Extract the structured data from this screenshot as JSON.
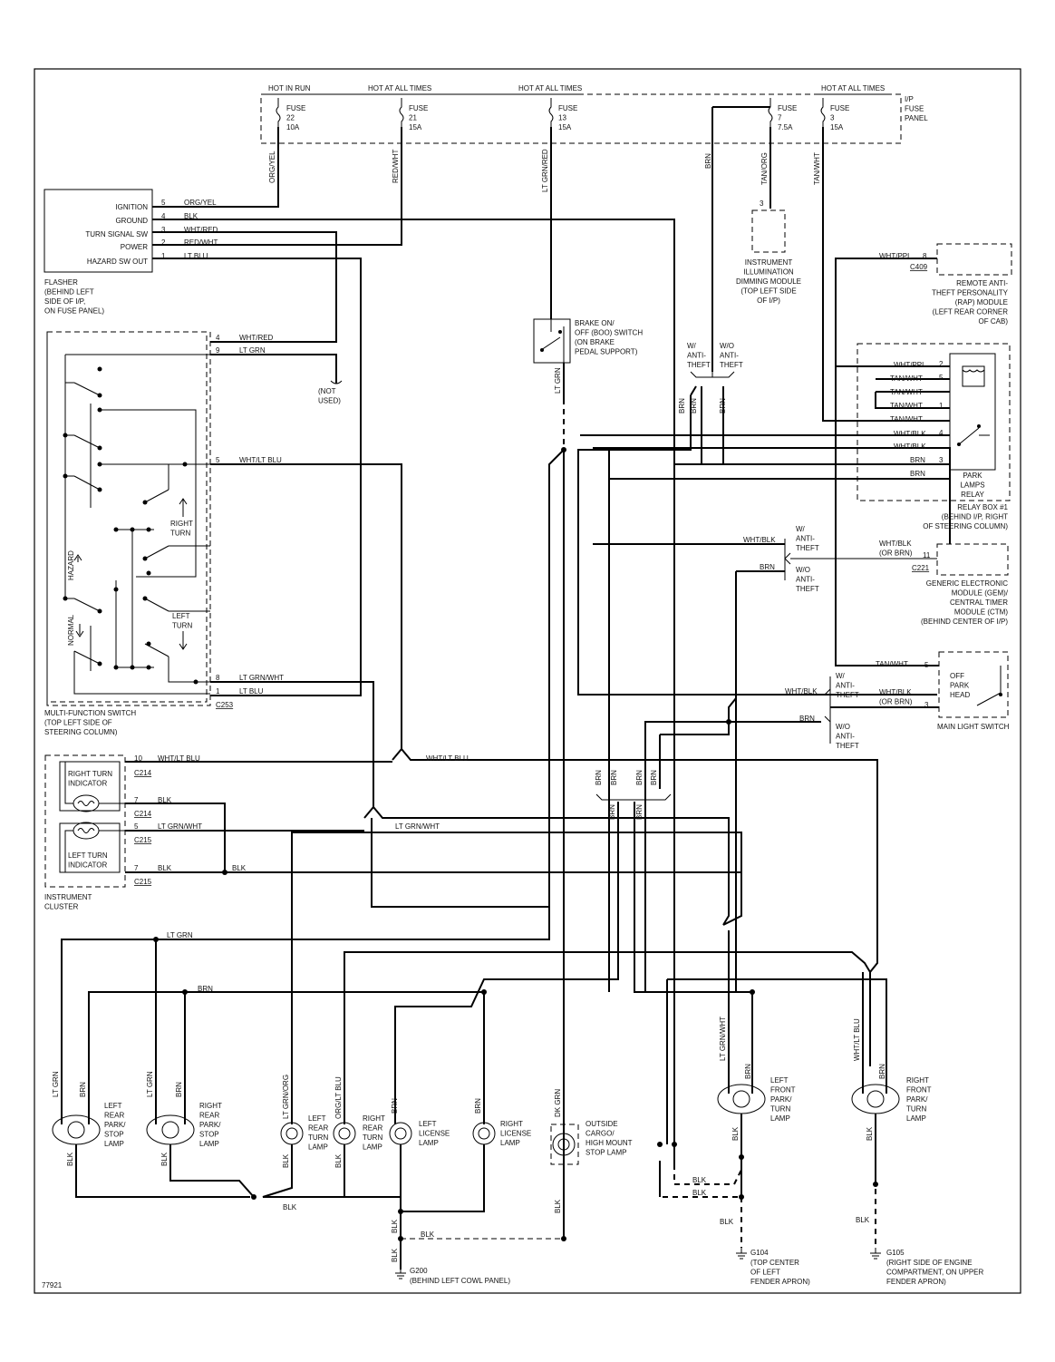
{
  "diagram_id": "77921",
  "fuse_panel": {
    "label": "I/P\nFUSE\nPANEL",
    "sources": [
      "HOT IN RUN",
      "HOT AT ALL TIMES",
      "HOT AT ALL TIMES",
      "HOT AT ALL TIMES"
    ],
    "fuses": [
      {
        "label": "FUSE\n22\n10A",
        "wire": "ORG/YEL"
      },
      {
        "label": "FUSE\n21\n15A",
        "wire": "RED/WHT"
      },
      {
        "label": "FUSE\n13\n15A",
        "wire": "LT GRN/RED"
      },
      {
        "label": "FUSE\n7\n7.5A",
        "wire": "TAN/ORG"
      },
      {
        "label": "FUSE\n3\n15A",
        "wire": "TAN/WHT"
      }
    ],
    "brn_wire": "BRN"
  },
  "flasher": {
    "caption": "FLASHER\n(BEHIND LEFT\nSIDE OF I/P,\nON FUSE PANEL)",
    "pins": [
      {
        "name": "IGNITION",
        "num": "5",
        "wire": "ORG/YEL"
      },
      {
        "name": "GROUND",
        "num": "4",
        "wire": "BLK"
      },
      {
        "name": "TURN SIGNAL SW",
        "num": "3",
        "wire": "WHT/RED"
      },
      {
        "name": "POWER",
        "num": "2",
        "wire": "RED/WHT"
      },
      {
        "name": "HAZARD SW OUT",
        "num": "1",
        "wire": "LT BLU"
      }
    ]
  },
  "multifunction_switch": {
    "caption": "MULTI-FUNCTION SWITCH\n(TOP LEFT SIDE OF\nSTEERING COLUMN)",
    "connector": "C253",
    "pins": [
      {
        "num": "4",
        "wire": "WHT/RED"
      },
      {
        "num": "9",
        "wire": "LT GRN"
      },
      {
        "num": "5",
        "wire": "WHT/LT BLU"
      },
      {
        "num": "8",
        "wire": "LT GRN/WHT"
      },
      {
        "num": "1",
        "wire": "LT BLU"
      }
    ],
    "labels": [
      "RIGHT\nTURN",
      "LEFT\nTURN",
      "HAZARD",
      "NORMAL"
    ],
    "not_used": "(NOT\nUSED)"
  },
  "boo_switch": {
    "label": "BRAKE ON/\nOFF (BOO) SWITCH\n(ON BRAKE\nPEDAL SUPPORT)",
    "wire": "LT GRN"
  },
  "dimming_module": {
    "pin": "3",
    "label": "INSTRUMENT\nILLUMINATION\nDIMMING MODULE\n(TOP LEFT SIDE\nOF I/P)"
  },
  "rap_module": {
    "wire": "WHT/PPL",
    "pin": "8",
    "connector": "C409",
    "label": "REMOTE ANTI-\nTHEFT PERSONALITY\n(RAP) MODULE\n(LEFT REAR CORNER\nOF CAB)"
  },
  "anti_theft_top": {
    "with": "W/\nANTI-\nTHEFT",
    "without": "W/O\nANTI-\nTHEFT"
  },
  "relay_box": {
    "label": "RELAY BOX #1\n(BEHIND I/P, RIGHT\nOF STEERING COLUMN)",
    "relay": "PARK\nLAMPS\nRELAY",
    "pins": [
      {
        "wire": "WHT/PPL",
        "num": "2"
      },
      {
        "wire": "TAN/WHT",
        "num": "5"
      },
      {
        "wire": "TAN/WHT",
        "num": ""
      },
      {
        "wire": "TAN/WHT",
        "num": "1"
      },
      {
        "wire": "TAN/WHT",
        "num": ""
      },
      {
        "wire": "WHT/BLK",
        "num": "4"
      },
      {
        "wire": "WHT/BLK",
        "num": ""
      },
      {
        "wire": "BRN",
        "num": "3"
      },
      {
        "wire": "BRN",
        "num": ""
      }
    ]
  },
  "gem": {
    "wire_in_1": "WHT/BLK",
    "wire_in_2": "BRN",
    "with": "W/\nANTI-\nTHEFT",
    "without": "W/O\nANTI-\nTHEFT",
    "wire_out": "WHT/BLK\n(OR BRN)",
    "pin": "11",
    "connector": "C221",
    "label": "GENERIC ELECTRONIC\nMODULE (GEM)/\nCENTRAL TIMER\nMODULE (CTM)\n(BEHIND CENTER OF I/P)"
  },
  "main_light_switch": {
    "label": "MAIN LIGHT SWITCH",
    "positions": "OFF\nPARK\nHEAD",
    "pin_top": "5",
    "pin_bottom": "3",
    "wire_top": "TAN/WHT",
    "wire_bottom": "WHT/BLK\n(OR BRN)",
    "wire_in_1": "WHT/BLK",
    "wire_in_2": "BRN",
    "with": "W/\nANTI-\nTHEFT",
    "without": "W/O\nANTI-\nTHEFT"
  },
  "cluster": {
    "caption": "INSTRUMENT\nCLUSTER",
    "right_indicator": "RIGHT TURN\nINDICATOR",
    "left_indicator": "LEFT TURN\nINDICATOR",
    "pins": [
      {
        "num": "10",
        "connector": "C214",
        "wire": "WHT/LT BLU"
      },
      {
        "num": "7",
        "connector": "C214",
        "wire": "BLK"
      },
      {
        "num": "5",
        "connector": "C215",
        "wire": "LT GRN/WHT"
      },
      {
        "num": "7",
        "connector": "C215",
        "wire": "BLK"
      }
    ]
  },
  "wires": {
    "wht_lt_blu": "WHT/LT BLU",
    "lt_grn_wht": "LT GRN/WHT",
    "blk": "BLK",
    "lt_grn": "LT GRN",
    "brn": "BRN"
  },
  "lamps": [
    {
      "label": "LEFT\nREAR\nPARK/\nSTOP\nLAMP",
      "wires": [
        "LT GRN",
        "BRN",
        "BLK"
      ]
    },
    {
      "label": "RIGHT\nREAR\nPARK/\nSTOP\nLAMP",
      "wires": [
        "LT GRN",
        "BRN",
        "BLK"
      ]
    },
    {
      "label": "LEFT\nREAR\nTURN\nLAMP",
      "wires": [
        "LT GRN/ORG",
        "BLK"
      ]
    },
    {
      "label": "RIGHT\nREAR\nTURN\nLAMP",
      "wires": [
        "ORG/LT BLU",
        "BLK"
      ]
    },
    {
      "label": "LEFT\nLICENSE\nLAMP",
      "wires": [
        "BRN"
      ]
    },
    {
      "label": "RIGHT\nLICENSE\nLAMP",
      "wires": [
        "BRN"
      ]
    },
    {
      "label": "OUTSIDE\nCARGO/\nHIGH MOUNT\nSTOP LAMP",
      "wires": [
        "DK GRN",
        "BLK"
      ]
    },
    {
      "label": "LEFT\nFRONT\nPARK/\nTURN\nLAMP",
      "wires": [
        "LT GRN/WHT",
        "BRN",
        "BLK"
      ]
    },
    {
      "label": "RIGHT\nFRONT\nPARK/\nTURN\nLAMP",
      "wires": [
        "WHT/LT BLU",
        "BRN",
        "BLK"
      ]
    }
  ],
  "grounds": [
    {
      "name": "G200",
      "label": "(BEHIND LEFT COWL PANEL)"
    },
    {
      "name": "G104",
      "label": "(TOP  CENTER\nOF LEFT\nFENDER APRON)"
    },
    {
      "name": "G105",
      "label": "(RIGHT SIDE OF ENGINE\nCOMPARTMENT, ON UPPER\nFENDER APRON)"
    }
  ]
}
